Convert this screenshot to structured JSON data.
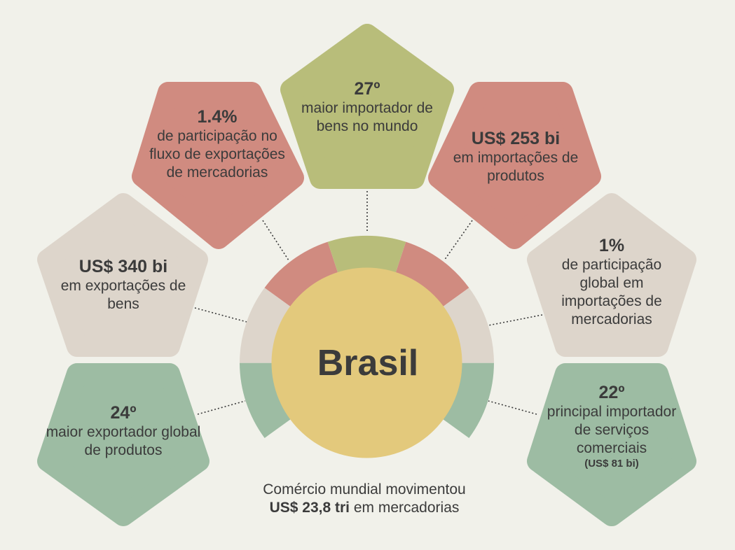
{
  "colors": {
    "background": "#f1f1ea",
    "red": "#d08b80",
    "olive": "#b8bd7a",
    "beige": "#ddd5cb",
    "green": "#9dbca3",
    "center": "#e3c97c",
    "text": "#3b3b3b"
  },
  "center": {
    "title": "Brasil"
  },
  "cards": {
    "top": {
      "big": "27º",
      "text": "maior importador de bens no mundo"
    },
    "upper_left": {
      "big": "1.4%",
      "text": "de participação no fluxo de exportações de mercadorias"
    },
    "upper_right": {
      "big": "US$ 253 bi",
      "text": "em importações de produtos"
    },
    "mid_left": {
      "big": "US$ 340 bi",
      "text": "em exportações de bens"
    },
    "mid_right": {
      "big": "1%",
      "text": "de participação global em importações de mercadorias"
    },
    "low_left": {
      "big": "24º",
      "text": "maior exportador global de produtos"
    },
    "low_right": {
      "big": "22º",
      "text": "principal importador de serviços comerciais",
      "small": "(US$ 81 bi)"
    }
  },
  "caption": {
    "line1": "Comércio mundial movimentou",
    "bold": "US$ 23,8 tri",
    "rest": " em mercadorias"
  }
}
